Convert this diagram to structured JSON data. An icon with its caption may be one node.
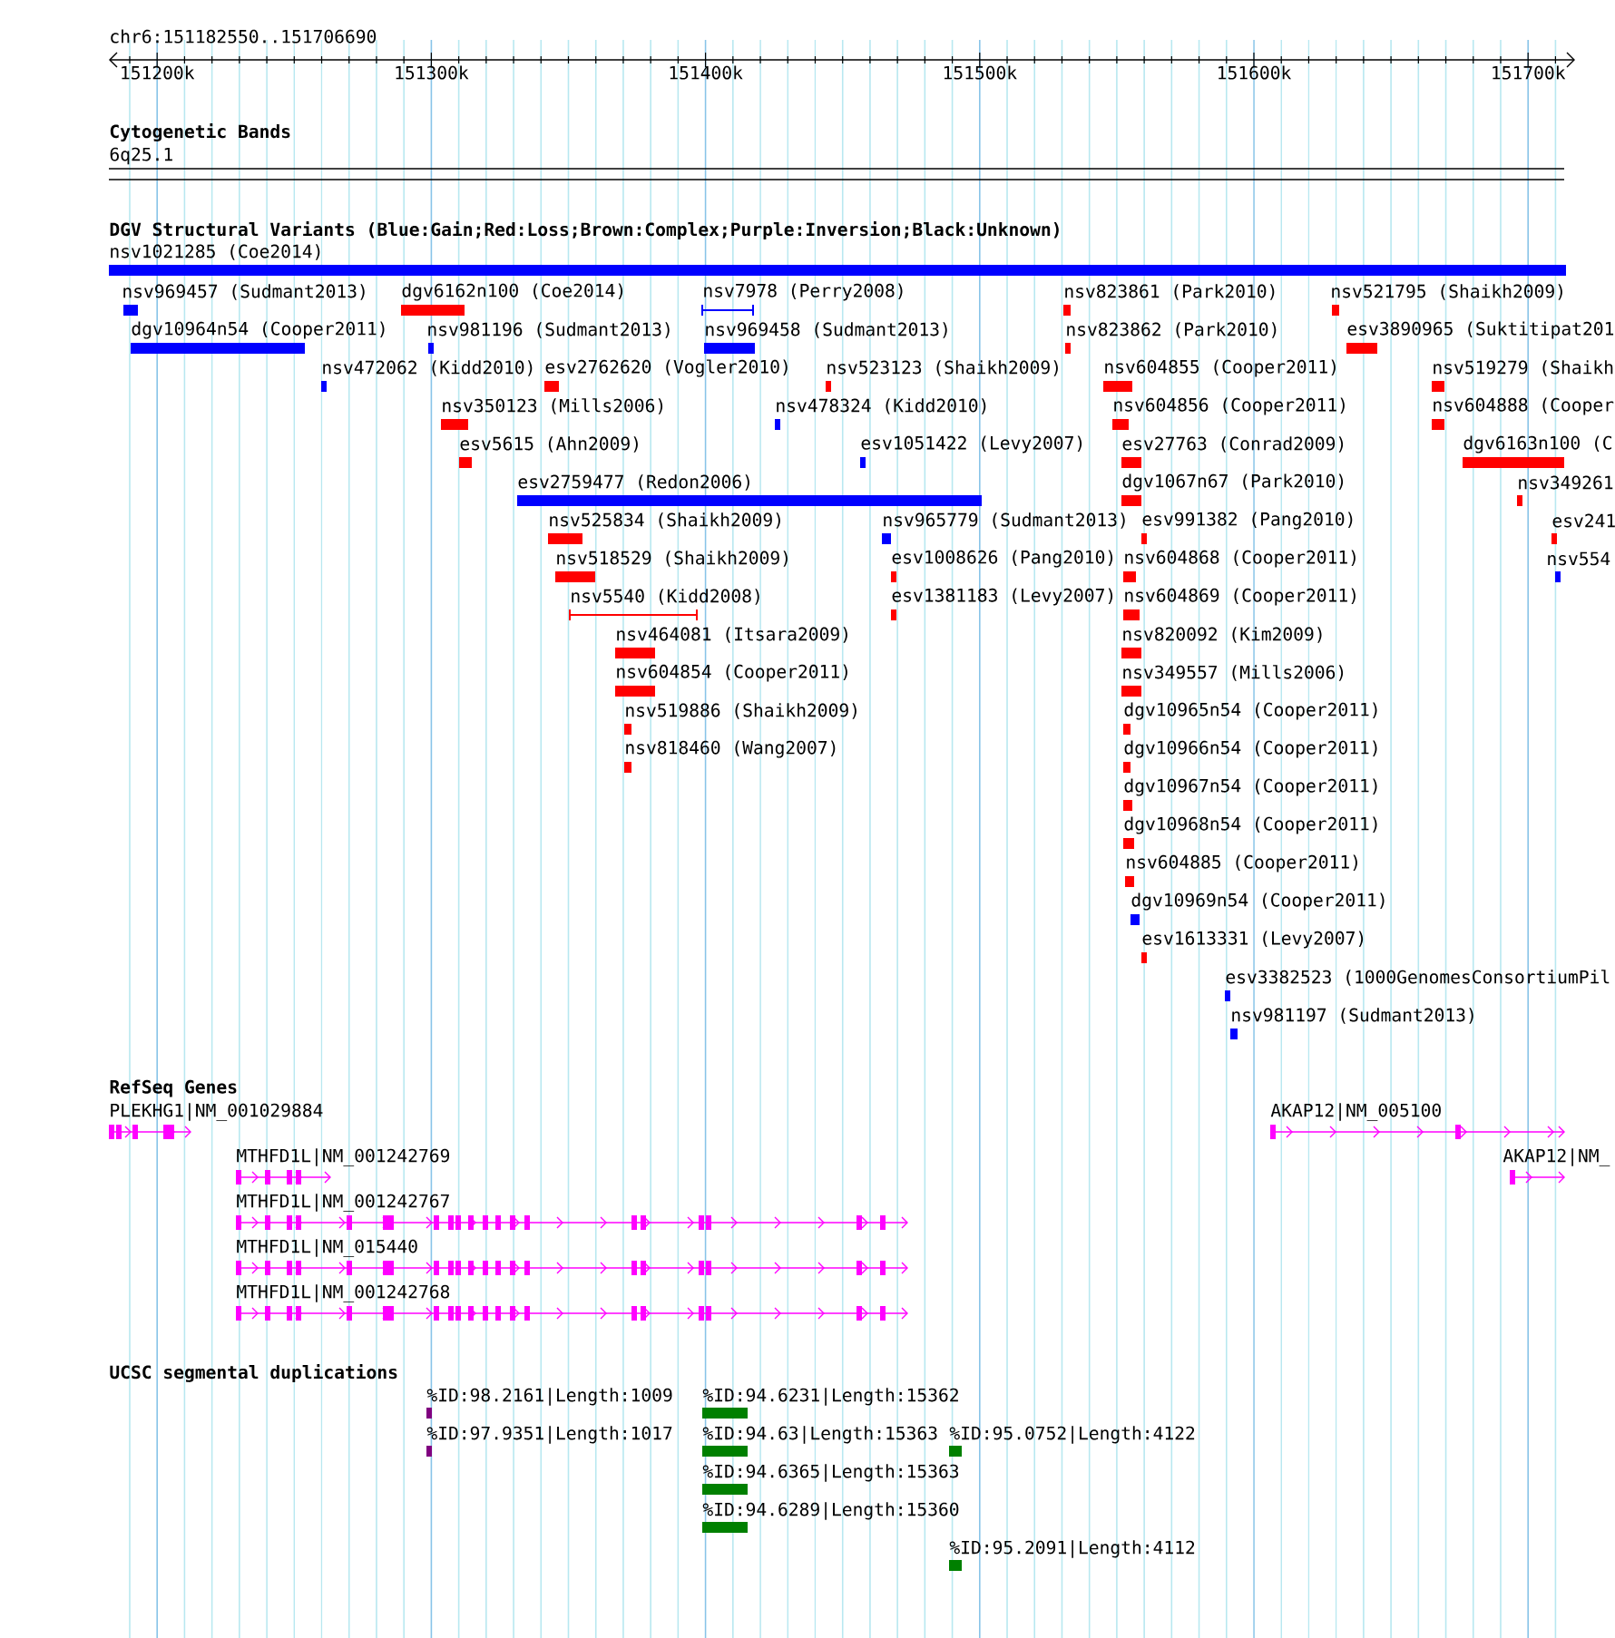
{
  "diagram": {
    "title": "chr6:151182550..151706690",
    "labels": [
      "151200k",
      "151300k",
      "151400k",
      "151500k",
      "151600k",
      "151700k",
      "Cytogenetic Bands",
      "6q25.1",
      "DGV Structural Variants (Blue:Gain;Red:Loss;Brown:Complex;Purple:Inversion;Black:Unknown)",
      "nsv1021285 (Coe2014)",
      "nsv969457 (Sudmant2013)",
      "dgv6162n100 (Coe2014)",
      "nsv7978 (Perry2008)",
      "nsv823861 (Park2010)",
      "nsv521795 (Shaikh2009)",
      "dgv10964n54 (Cooper2011)",
      "nsv981196 (Sudmant2013)",
      "nsv969458 (Sudmant2013)",
      "nsv823862 (Park2010)",
      "esv3890965 (Suktitipat201",
      "nsv472062 (Kidd2010)",
      "esv2762620 (Vogler2010)",
      "nsv523123 (Shaikh2009)",
      "nsv604855 (Cooper2011)",
      "nsv519279 (Shaikh",
      "nsv350123 (Mills2006)",
      "nsv478324 (Kidd2010)",
      "nsv604856 (Cooper2011)",
      "nsv604888 (Cooper",
      "esv5615 (Ahn2009)",
      "esv1051422 (Levy2007)",
      "esv27763 (Conrad2009)",
      "dgv6163n100 (C",
      "esv2759477 (Redon2006)",
      "dgv1067n67 (Park2010)",
      "nsv349261",
      "nsv525834 (Shaikh2009)",
      "nsv965779 (Sudmant2013)",
      "esv991382 (Pang2010)",
      "esv241",
      "nsv518529 (Shaikh2009)",
      "esv1008626 (Pang2010)",
      "nsv604868 (Cooper2011)",
      "nsv554",
      "nsv5540 (Kidd2008)",
      "esv1381183 (Levy2007)",
      "nsv604869 (Cooper2011)",
      "nsv464081 (Itsara2009)",
      "nsv820092 (Kim2009)",
      "nsv604854 (Cooper2011)",
      "nsv349557 (Mills2006)",
      "nsv519886 (Shaikh2009)",
      "dgv10965n54 (Cooper2011)",
      "nsv818460 (Wang2007)",
      "dgv10966n54 (Cooper2011)",
      "dgv10967n54 (Cooper2011)",
      "dgv10968n54 (Cooper2011)",
      "nsv604885 (Cooper2011)",
      "dgv10969n54 (Cooper2011)",
      "esv1613331 (Levy2007)",
      "esv3382523 (1000GenomesConsortiumPil",
      "nsv981197 (Sudmant2013)",
      "RefSeq Genes",
      "PLEKHG1|NM_001029884",
      "AKAP12|NM_005100",
      "MTHFD1L|NM_001242769",
      "AKAP12|NM_",
      "MTHFD1L|NM_001242767",
      "MTHFD1L|NM_015440",
      "MTHFD1L|NM_001242768",
      "UCSC segmental duplications",
      "%ID:98.2161|Length:1009",
      "%ID:94.6231|Length:15362",
      "%ID:97.9351|Length:1017",
      "%ID:94.63|Length:15363",
      "%ID:95.0752|Length:4122",
      "%ID:94.6365|Length:15363",
      "%ID:94.6289|Length:15360",
      "%ID:95.2091|Length:4112"
    ]
  }
}
